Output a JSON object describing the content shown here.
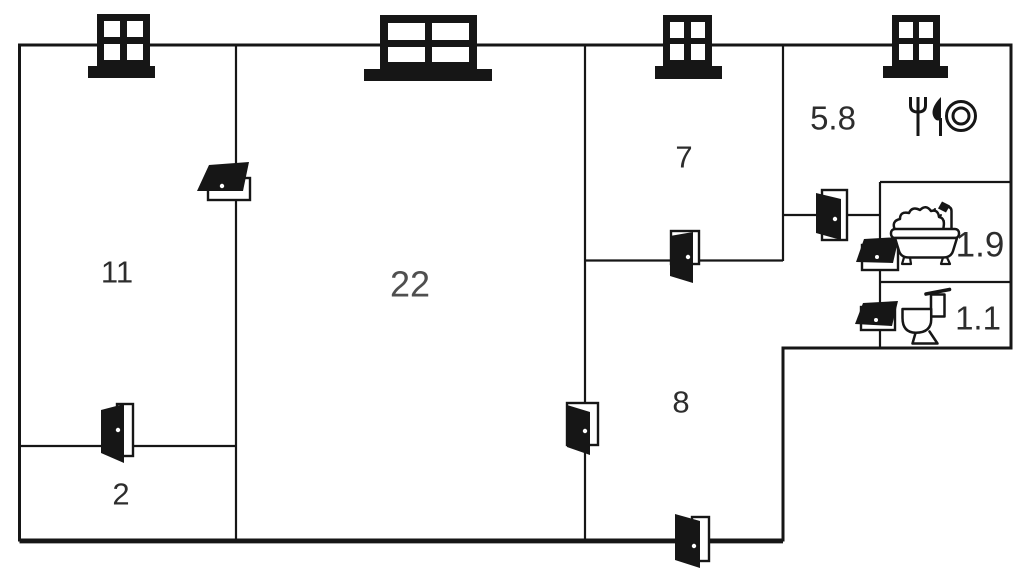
{
  "colors": {
    "wall": "#161616",
    "label": "#2d2d2d",
    "label_muted": "#4f4f4f",
    "background": "#ffffff"
  },
  "rooms": {
    "r11": {
      "label": "11"
    },
    "r2": {
      "label": "2"
    },
    "r22": {
      "label": "22"
    },
    "r7": {
      "label": "7"
    },
    "r8": {
      "label": "8"
    },
    "kitchen": {
      "label": "5.8"
    },
    "bath": {
      "label": "1.9"
    },
    "wc": {
      "label": "1.1"
    }
  },
  "icons": {
    "window": "window-icon",
    "door": "door-icon",
    "kitchen": "fork-knife-plate-icon",
    "bath": "bathtub-shower-icon",
    "wc": "toilet-icon"
  }
}
